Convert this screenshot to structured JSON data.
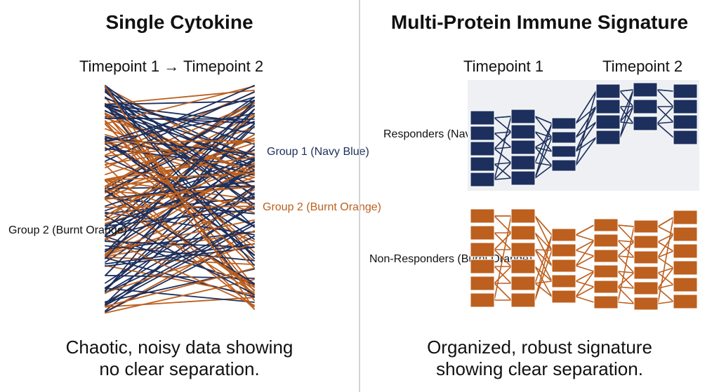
{
  "left": {
    "title": "Single Cytokine",
    "subtitle": "Timepoint 1 → Timepoint 2",
    "label_group1": "Group 1\n(Navy Blue)",
    "label_group2_right": "Group 2\n(Burnt Orange)",
    "label_group2_left": "Group 2\n(Burnt Orange)",
    "caption": "Chaotic, noisy data showing\nno clear separation."
  },
  "right": {
    "title": "Multi-Protein Immune Signature",
    "timepoint1": "Timepoint 1",
    "timepoint2": "Timepoint 2",
    "responders_label": "Responders\n(Navy Blue)",
    "nonresponders_label": "Non-Responders\n(Burnt Orange)",
    "caption": "Organized, robust signature\nshowing clear separation."
  },
  "colors": {
    "navy": "#1d2f5c",
    "orange": "#bd5f1e",
    "panel_bg": "#eef0f3",
    "divider": "#d4d4d4"
  }
}
